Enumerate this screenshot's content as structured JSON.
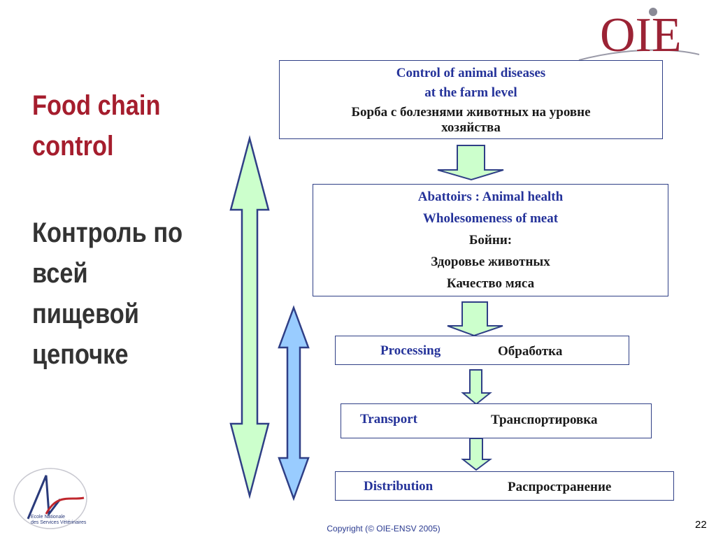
{
  "slide": {
    "title_en_line1": "Food chain",
    "title_en_line2": "control",
    "title_ru_lines": [
      "Контроль по",
      "всей",
      "пищевой",
      "цепочке"
    ],
    "page_number": "22",
    "copyright": "Copyright (© OIE-ENSV 2005)"
  },
  "logos": {
    "oie": "OIE",
    "school_line1": "Ecole Nationale",
    "school_line2": "des Services Vétérinaires"
  },
  "flow": {
    "farm": {
      "en_line1": "Control of animal diseases",
      "en_line2": "at the farm level",
      "ru_line1": "Борба с болезнями животных на уровне",
      "ru_line2": "хозяйства"
    },
    "abattoirs": {
      "en_line1": "Abattoirs : Animal health",
      "en_line2": "Wholesomeness of meat",
      "ru_line1": "Бойни:",
      "ru_line2": "Здоровье животных",
      "ru_line3": "Качество  мяса"
    },
    "processing": {
      "en": "Processing",
      "ru": "Обработка"
    },
    "transport": {
      "en": "Transport",
      "ru": "Транспортировка"
    },
    "distribution": {
      "en": "Distribution",
      "ru": "Распространение"
    }
  },
  "colors": {
    "title_red": "#a51d2d",
    "box_border": "#2f3f86",
    "english_text": "#25339a",
    "arrow_fill_green": "#ccffcc",
    "arrow_fill_blue": "#99ccff",
    "arrow_stroke": "#2f3f86"
  }
}
